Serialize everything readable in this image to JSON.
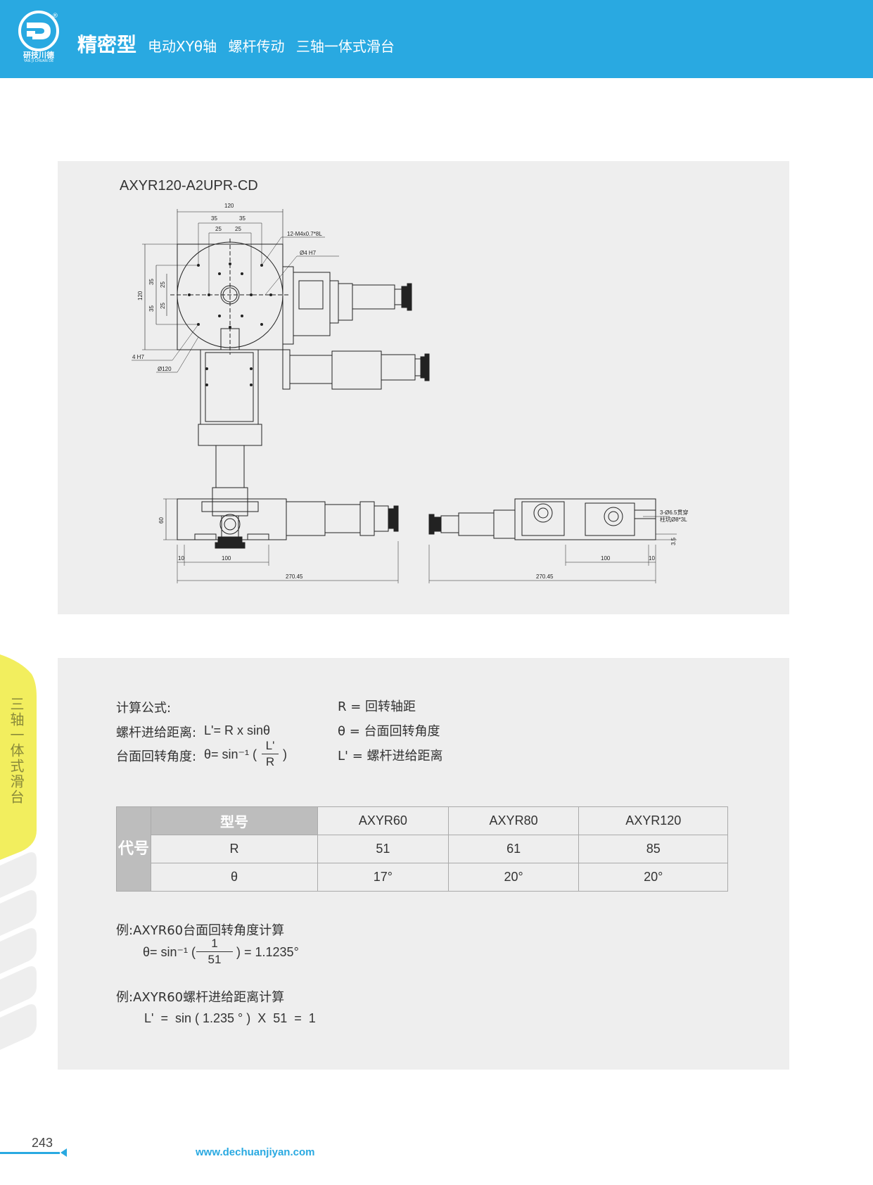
{
  "header": {
    "logo_text": "研技川德",
    "logo_sub": "YAN JI CHUAN DE",
    "registered_mark": "®",
    "title": "精密型",
    "subtitle": "电动XYθ轴  螺杆传动  三轴一体式滑台",
    "bg_color": "#29a9e1"
  },
  "side_tab": {
    "label": "三轴一体式滑台",
    "color": "#f2ee5e"
  },
  "drawing": {
    "model": "AXYR120-A2UPR-CD",
    "dims": {
      "d120": "120",
      "d35a": "35",
      "d35b": "35",
      "d25a": "25",
      "d25b": "25",
      "thread": "12-M4x0.7*8L",
      "pin": "Ø4 H7",
      "pin2": "4 H7",
      "phi120": "Ø120",
      "v120": "120",
      "v35a": "35",
      "v35b": "35",
      "v25a": "25",
      "v25b": "25",
      "h60": "60",
      "s10": "10",
      "s100": "100",
      "len1": "270.45",
      "r100": "100",
      "r10": "10",
      "len2": "270.45",
      "h35": "3.5",
      "hole_note1": "3-Ø6.5贯穿",
      "hole_note2": "柱坑Ø8*3L"
    }
  },
  "formula": {
    "title": "计算公式:",
    "line1_label": "螺杆进给距离:",
    "line1_expr": "L'= R x sinθ",
    "line2_label": "台面回转角度:",
    "line2_expr_pre": "θ= sin⁻¹ (",
    "line2_num": "L'",
    "line2_den": "R",
    "line2_close": ")",
    "def_r": "R = 回转轴距",
    "def_theta": "θ = 台面回转角度",
    "def_l": "L' = 螺杆进给距离"
  },
  "table": {
    "row_header": "代号",
    "col_header": "型号",
    "models": [
      "AXYR60",
      "AXYR80",
      "AXYR120"
    ],
    "rows": [
      {
        "label": "R",
        "values": [
          "51",
          "61",
          "85"
        ]
      },
      {
        "label": "θ",
        "values": [
          "17°",
          "20°",
          "20°"
        ]
      }
    ]
  },
  "examples": {
    "ex1_title": "例:AXYR60台面回转角度计算",
    "ex1_pre": "θ= sin⁻¹ (",
    "ex1_num": "1",
    "ex1_den": "51",
    "ex1_post": ") = 1.1235°",
    "ex2_title": "例:AXYR60螺杆进给距离计算",
    "ex2_expr": "L'  =  sin ( 1.235 ° )  X  51  =  1"
  },
  "footer": {
    "page_number": "243",
    "website": "www.dechuanjiyan.com"
  }
}
